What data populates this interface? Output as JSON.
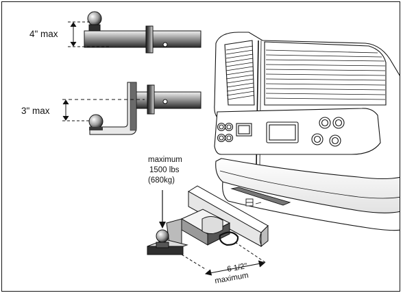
{
  "labels": {
    "rise_max": "4\" max",
    "drop_max": "3\" max",
    "load_line1": "maximum",
    "load_line2": "1500 lbs",
    "load_line3": "(680kg)",
    "distance_value": "6 1/2\"",
    "distance_caption": "maximum"
  },
  "colors": {
    "ink": "#111111",
    "metal_light": "#d8d8d8",
    "metal_dark": "#3a3a3a",
    "background": "#ffffff"
  }
}
